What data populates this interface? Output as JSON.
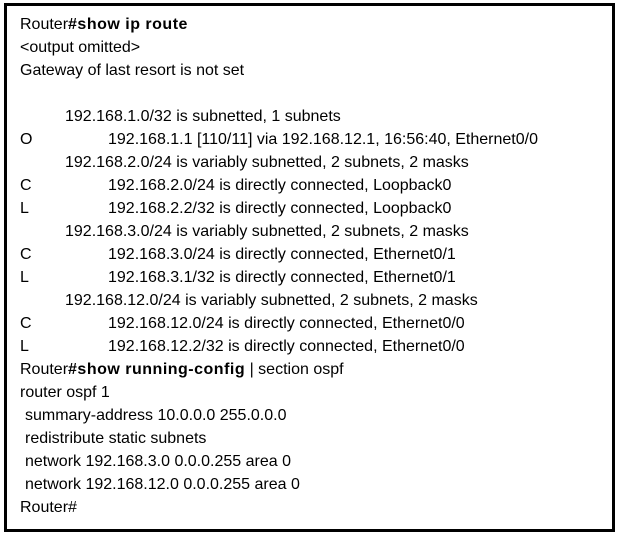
{
  "terminal": {
    "border_color": "#000000",
    "background_color": "#ffffff",
    "text_color": "#000000",
    "rows": [
      {
        "type": "command",
        "segments": [
          {
            "text": "Router",
            "bold": false
          },
          {
            "text": "#show ip route",
            "bold": true
          }
        ]
      },
      {
        "type": "plain",
        "text": "<output omitted>"
      },
      {
        "type": "plain",
        "text": "Gateway of last resort is not set"
      },
      {
        "type": "blank"
      },
      {
        "type": "subnet-header",
        "text": "192.168.1.0/32 is subnetted, 1 subnets"
      },
      {
        "type": "route",
        "label": "O",
        "text": "192.168.1.1 [110/11] via 192.168.12.1, 16:56:40, Ethernet0/0"
      },
      {
        "type": "subnet-header",
        "text": "192.168.2.0/24 is variably subnetted, 2 subnets, 2 masks"
      },
      {
        "type": "route",
        "label": "C",
        "text": "192.168.2.0/24 is directly connected, Loopback0"
      },
      {
        "type": "route",
        "label": "L",
        "text": "192.168.2.2/32 is directly connected, Loopback0"
      },
      {
        "type": "subnet-header",
        "text": "192.168.3.0/24 is variably subnetted, 2 subnets, 2 masks"
      },
      {
        "type": "route",
        "label": "C",
        "text": "192.168.3.0/24 is directly connected, Ethernet0/1"
      },
      {
        "type": "route",
        "label": "L",
        "text": "192.168.3.1/32 is directly connected, Ethernet0/1"
      },
      {
        "type": "subnet-header",
        "text": "192.168.12.0/24 is variably subnetted, 2 subnets, 2 masks"
      },
      {
        "type": "route",
        "label": "C",
        "text": "192.168.12.0/24 is directly connected, Ethernet0/0"
      },
      {
        "type": "route",
        "label": "L",
        "text": "192.168.12.2/32 is directly connected, Ethernet0/0"
      },
      {
        "type": "command",
        "segments": [
          {
            "text": "Router",
            "bold": false
          },
          {
            "text": "#show running-config",
            "bold": true
          },
          {
            "text": " | section ospf",
            "bold": false
          }
        ]
      },
      {
        "type": "plain",
        "text": "router ospf 1"
      },
      {
        "type": "config",
        "text": "summary-address 10.0.0.0 255.0.0.0"
      },
      {
        "type": "config",
        "text": "redistribute static subnets"
      },
      {
        "type": "config",
        "text": "network 192.168.3.0 0.0.0.255 area 0"
      },
      {
        "type": "config",
        "text": "network 192.168.12.0 0.0.0.255 area 0"
      },
      {
        "type": "plain",
        "text": "Router#"
      }
    ]
  }
}
